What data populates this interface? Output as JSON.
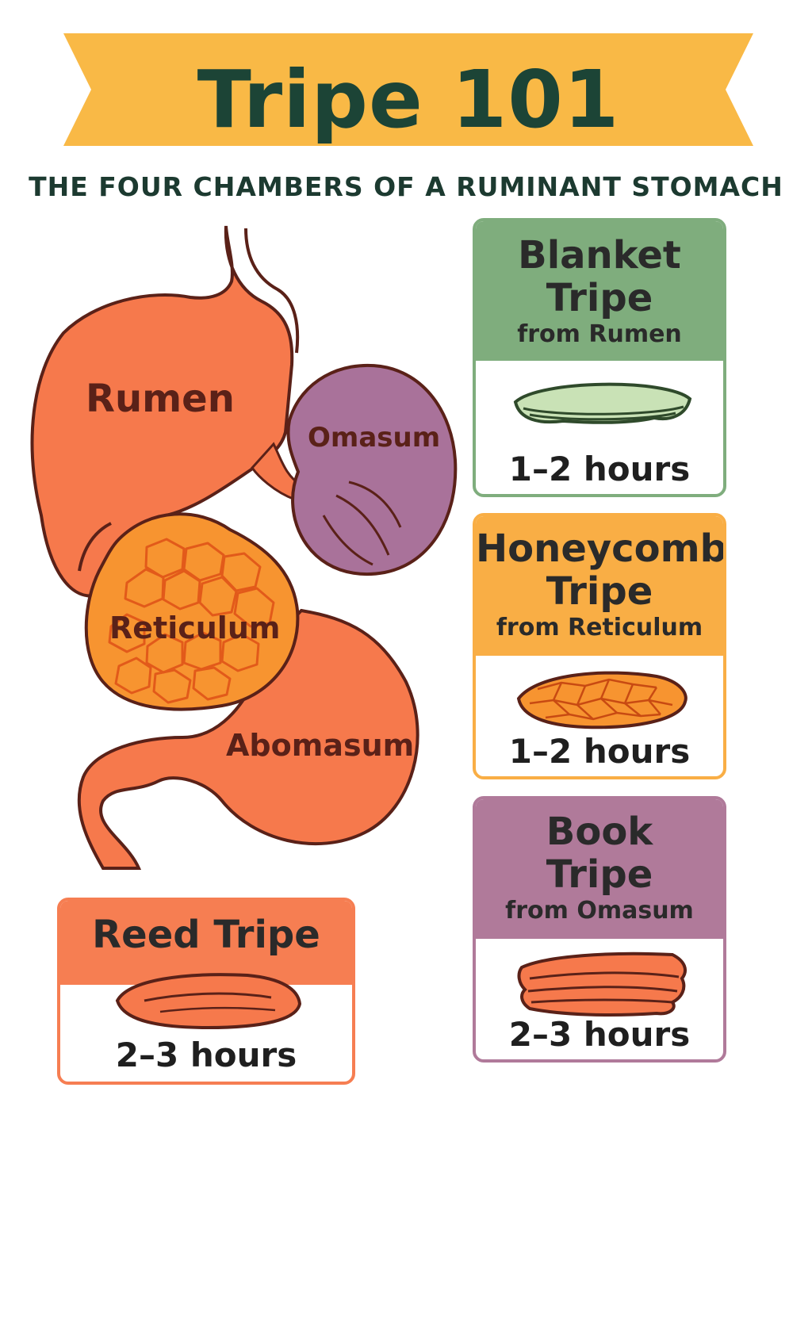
{
  "header": {
    "title": "Tripe 101",
    "subtitle": "THE FOUR CHAMBERS OF A RUMINANT STOMACH"
  },
  "diagram": {
    "labels": {
      "rumen": "Rumen",
      "omasum": "Omasum",
      "reticulum": "Reticulum",
      "abomasum": "Abomasum"
    }
  },
  "cards": {
    "blanket": {
      "name_line1": "Blanket",
      "name_line2": "Tripe",
      "source": "from Rumen",
      "time": "1–2 hours",
      "color": "#7fad7d"
    },
    "honeycomb": {
      "name_line1": "Honeycomb",
      "name_line2": "Tripe",
      "source": "from Reticulum",
      "time": "1–2 hours",
      "color": "#f9ae45"
    },
    "book": {
      "name_line1": "Book",
      "name_line2": "Tripe",
      "source": "from Omasum",
      "time": "2–3 hours",
      "color": "#b07a9a"
    },
    "reed": {
      "name": "Reed Tripe",
      "time": "2–3 hours",
      "color": "#f67e52"
    }
  }
}
